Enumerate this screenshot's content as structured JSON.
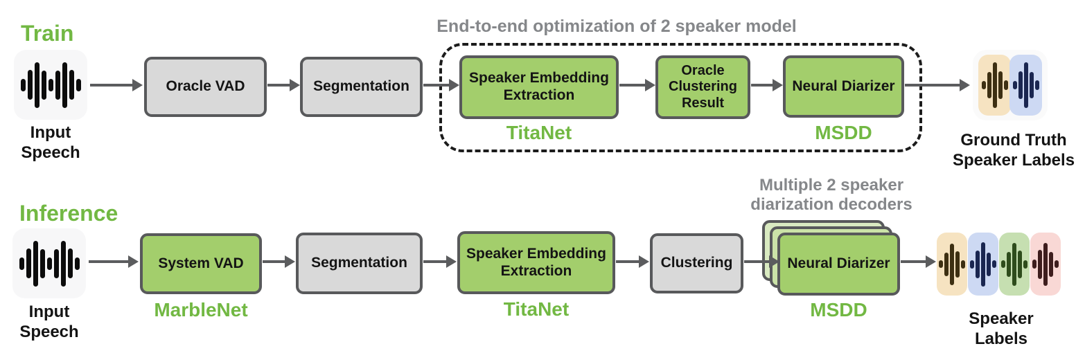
{
  "colors": {
    "accent_green_text": "#72b843",
    "node_green_fill": "#a3ce6c",
    "node_gray_fill": "#d9d9d9",
    "node_border": "#58595b",
    "stack_back_fill_1": "#d9eac1",
    "stack_back_fill_2": "#cbe3a8",
    "arrow_gray": "#5b5c5e",
    "gray_text": "#85878a",
    "dashed_border": "#1c1c1c",
    "chip_tan_bg": "#f6e3c1",
    "chip_blue_bg": "#cdd9f3",
    "chip_green_bg": "#c6dfb1",
    "chip_pink_bg": "#f9d8d5"
  },
  "icons": {
    "input_waveform": "waveform-icon",
    "speaker_chips": "speaker-segment-waveform-icons"
  },
  "train": {
    "heading": "Train",
    "input": {
      "label": "Input\nSpeech"
    },
    "nodes": [
      {
        "label": "Oracle VAD",
        "variant": "gray"
      },
      {
        "label": "Segmentation",
        "variant": "gray"
      },
      {
        "label": "Speaker Embedding Extraction",
        "variant": "green",
        "sublabel": "TitaNet"
      },
      {
        "label": "Oracle Clustering Result",
        "variant": "green"
      },
      {
        "label": "Neural Diarizer",
        "variant": "green",
        "sublabel": "MSDD"
      }
    ],
    "dashed_group_title": "End-to-end optimization of 2 speaker model",
    "output": {
      "label": "Ground Truth\nSpeaker Labels"
    }
  },
  "inference": {
    "heading": "Inference",
    "input": {
      "label": "Input\nSpeech"
    },
    "nodes": [
      {
        "label": "System VAD",
        "variant": "green",
        "sublabel": "MarbleNet"
      },
      {
        "label": "Segmentation",
        "variant": "gray"
      },
      {
        "label": "Speaker Embedding Extraction",
        "variant": "green",
        "sublabel": "TitaNet"
      },
      {
        "label": "Clustering",
        "variant": "gray"
      },
      {
        "label": "Neural Diarizer",
        "variant": "green",
        "sublabel": "MSDD"
      }
    ],
    "stack_title": "Multiple 2 speaker\ndiarization decoders",
    "output": {
      "label": "Speaker Labels"
    }
  }
}
